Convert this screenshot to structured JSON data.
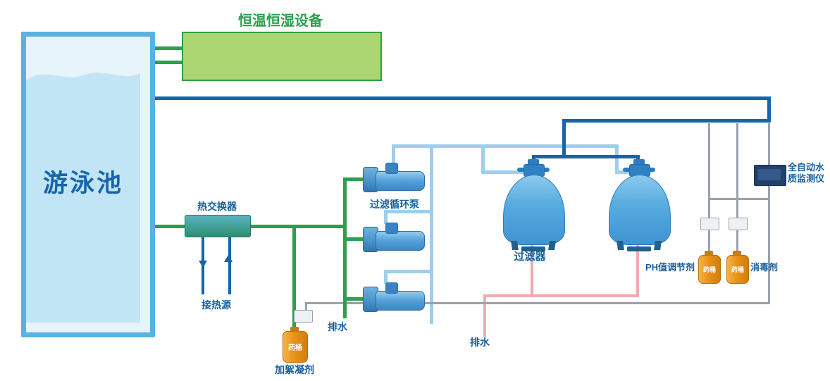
{
  "diagram": {
    "pool": {
      "label": "游泳池"
    },
    "hvac": {
      "title": "恒温恒湿设备"
    },
    "heat_exchanger": {
      "label": "热交换器",
      "source_label": "接热源"
    },
    "pumps": {
      "label": "过滤循环泵"
    },
    "filters": {
      "label": "过滤器"
    },
    "drains": {
      "left": "排水",
      "middle": "排水"
    },
    "monitor": {
      "label": "全自动水质监测仪"
    },
    "dosing": {
      "ph_label": "PH值调节剂",
      "disinfectant_label": "消毒剂",
      "flocculant_label": "加絮凝剂",
      "barrel_label": "药桶"
    },
    "colors": {
      "pipe_green": "#2e9e4f",
      "pipe_dark_blue": "#1565a8",
      "pipe_light_blue": "#9dcfed",
      "pipe_pink": "#f2a8b0",
      "pipe_gray": "#9aa2aa",
      "label_blue": "#155f9e",
      "hvac_green": "#abd571",
      "tank_blue": "#58ace0",
      "barrel_orange": "#e8921a",
      "pool_water": "#c2e5f6"
    }
  }
}
